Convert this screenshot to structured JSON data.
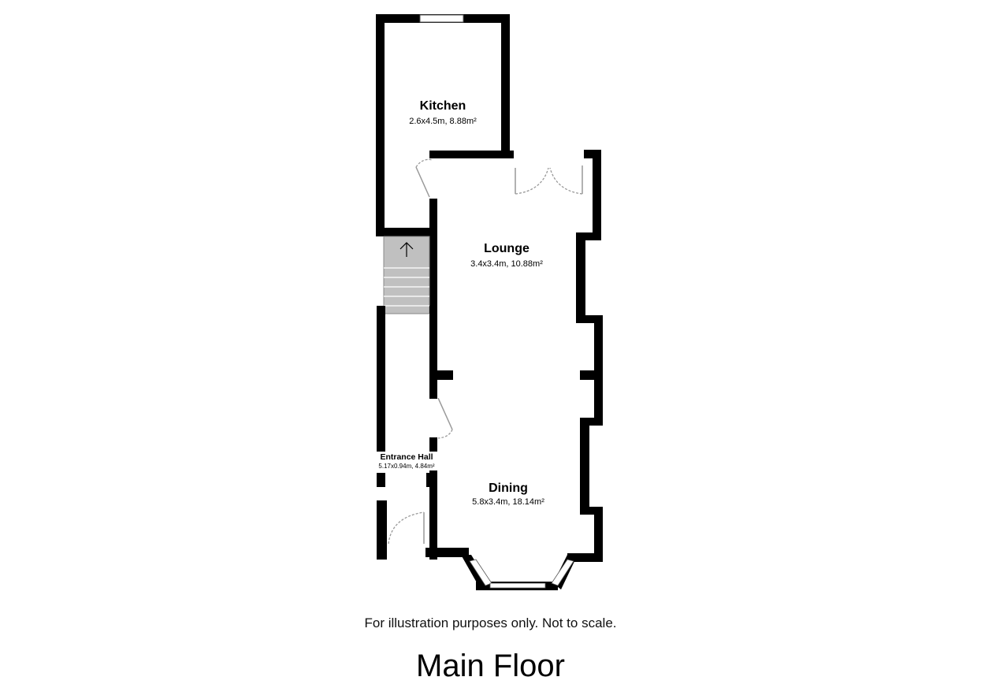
{
  "plan": {
    "rooms": [
      {
        "id": "kitchen",
        "name": "Kitchen",
        "dims": "2.6x4.5m, 8.88m²"
      },
      {
        "id": "lounge",
        "name": "Lounge",
        "dims": "3.4x3.4m, 10.88m²"
      },
      {
        "id": "dining",
        "name": "Dining",
        "dims": "5.8x3.4m, 18.14m²"
      },
      {
        "id": "entrance-hall",
        "name": "Entrance Hall",
        "dims": "5.17x0.94m, 4.84m²"
      }
    ],
    "stairs": {
      "direction": "up",
      "icon": "arrow-up-icon"
    },
    "colors": {
      "wall": "#000000",
      "stairs": "#c0c0c0",
      "door": "#999999"
    }
  },
  "disclaimer": "For illustration purposes only. Not to scale.",
  "floor_title": "Main Floor"
}
